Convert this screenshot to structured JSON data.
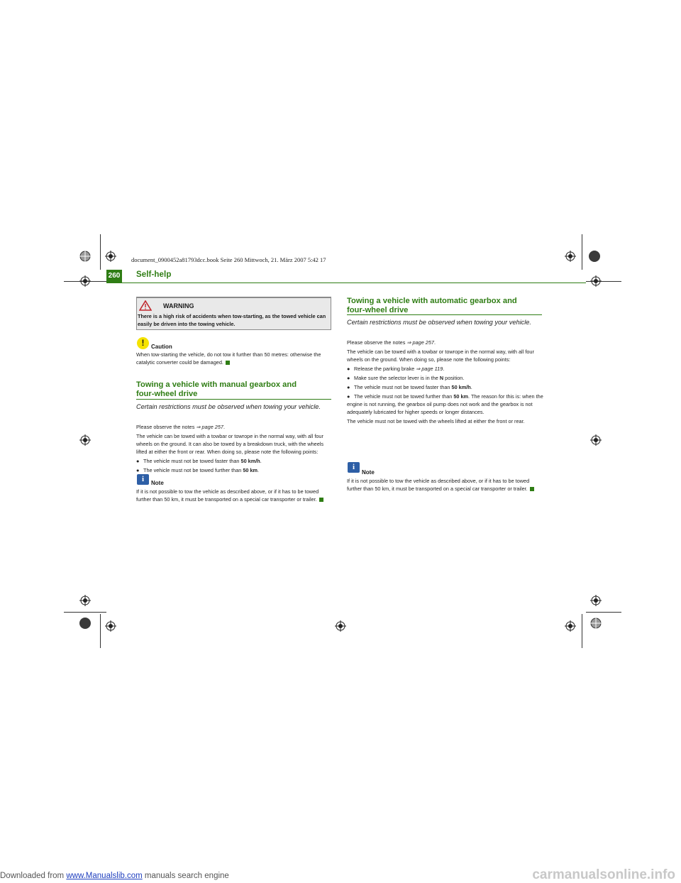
{
  "bookline": "document_0900452a81793dcc.book  Seite 260  Mittwoch, 21. März 2007  5:42 17",
  "header": {
    "page_number": "260",
    "title": "Self-help"
  },
  "warning": {
    "title": "WARNING",
    "text": "There is a high risk of accidents when tow-starting, as the towed vehicle can easily be driven into the towing vehicle."
  },
  "caution": {
    "title": "Caution",
    "text": "When tow-starting the vehicle, do not tow it further than 50 metres: otherwise the catalytic converter could be damaged."
  },
  "section_manual": {
    "title_line1": "Towing a vehicle with manual gearbox and",
    "title_line2": "four-wheel drive",
    "subtitle": "Certain restrictions must be observed when towing your vehicle.",
    "intro_prefix": "Please observe the notes ",
    "intro_ref": "⇒ page 257",
    "para1": "The vehicle can be towed with a towbar or towrope in the normal way, with all four wheels on the ground. It can also be towed by a breakdown truck, with the wheels lifted at either the front or rear. When doing so, please note the following points:",
    "bullet1_text": "The vehicle must not be towed faster than ",
    "bullet1_value": "50 km/h",
    "bullet2_text": "The vehicle must not be towed further than ",
    "bullet2_value": "50 km",
    "note_title": "Note",
    "note_text": "If it is not possible to tow the vehicle as described above, or if it has to be towed further than 50 km, it must be transported on a special car transporter or trailer."
  },
  "section_auto": {
    "title_line1": "Towing a vehicle with automatic gearbox and",
    "title_line2": "four-wheel drive",
    "subtitle": "Certain restrictions must be observed when towing your vehicle.",
    "intro_prefix": "Please observe the notes ",
    "intro_ref": "⇒ page 257",
    "para1": "The vehicle can be towed with a towbar or towrope in the normal way, with all four wheels on the ground. When doing so, please note the following points:",
    "bullet1_text": "Release the parking brake ",
    "bullet1_ref": "⇒ page 119",
    "bullet2_prefix": "Make sure the selector lever is in the ",
    "bullet2_value": "N",
    "bullet2_suffix": " position.",
    "bullet3_text": "The vehicle must not be towed faster than ",
    "bullet3_value": "50 km/h",
    "bullet4_text": "The vehicle must not be towed further than ",
    "bullet4_value": "50 km",
    "bullet4_rest": ". The reason for this is: when the engine is not running, the gearbox oil pump does not work and the gearbox is not adequately lubricated for higher speeds or longer distances.",
    "para2": "The vehicle must not be towed with the wheels lifted at either the front or rear.",
    "note_title": "Note",
    "note_text": "If it is not possible to tow the vehicle as described above, or if it has to be towed further than 50 km, it must be transported on a special car transporter or trailer."
  },
  "footer": {
    "prefix": "Downloaded from ",
    "link": "www.Manualslib.com",
    "suffix": "  manuals search engine",
    "right": "carmanualsonline.info"
  }
}
